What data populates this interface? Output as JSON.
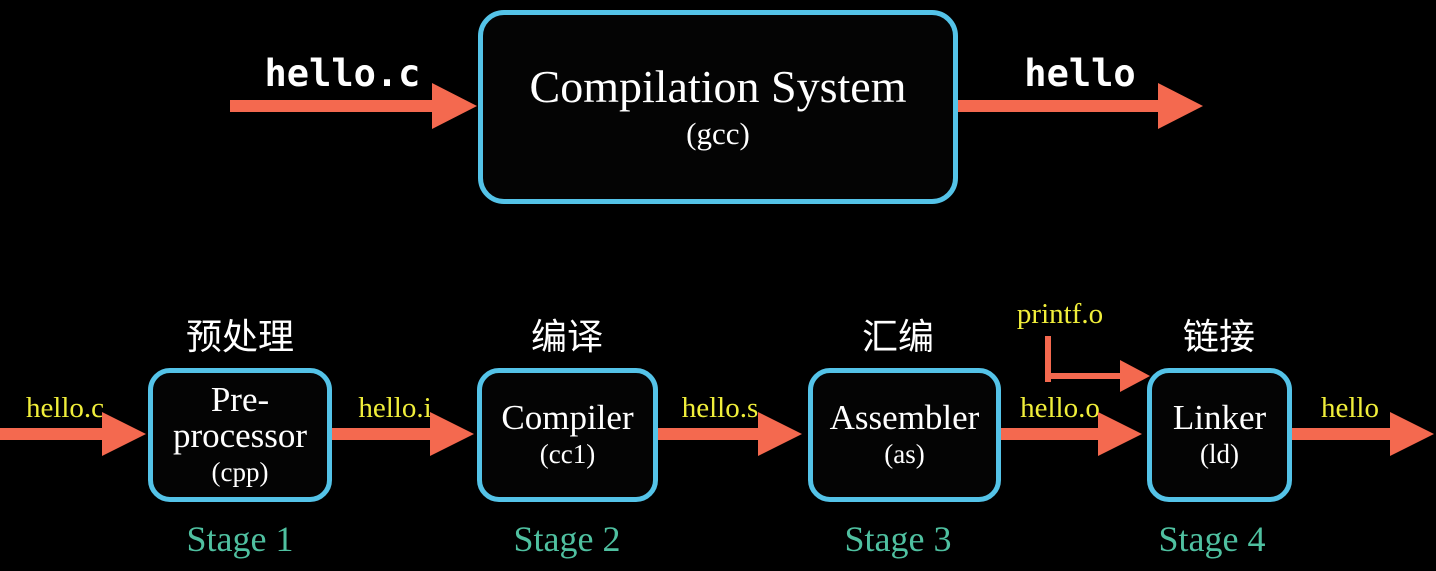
{
  "colors": {
    "background": "#000000",
    "box_border": "#54c3e8",
    "arrow": "#f4694f",
    "file_label": "#f0ee3a",
    "stage_label": "#4fc0a0",
    "text": "#ffffff"
  },
  "top": {
    "input_label": "hello.c",
    "box_title": "Compilation System",
    "box_subtitle": "(gcc)",
    "output_label": "hello"
  },
  "pipeline": {
    "input_label": "hello.c",
    "extra_input_label": "printf.o",
    "stages": [
      {
        "cn_label": "预处理",
        "name": "Pre-\nprocessor",
        "tool": "(cpp)",
        "stage_label": "Stage 1",
        "output_label": "hello.i"
      },
      {
        "cn_label": "编译",
        "name": "Compiler",
        "tool": "(cc1)",
        "stage_label": "Stage 2",
        "output_label": "hello.s"
      },
      {
        "cn_label": "汇编",
        "name": "Assembler",
        "tool": "(as)",
        "stage_label": "Stage 3",
        "output_label": "hello.o"
      },
      {
        "cn_label": "链接",
        "name": "Linker",
        "tool": "(ld)",
        "stage_label": "Stage 4",
        "output_label": "hello"
      }
    ]
  }
}
